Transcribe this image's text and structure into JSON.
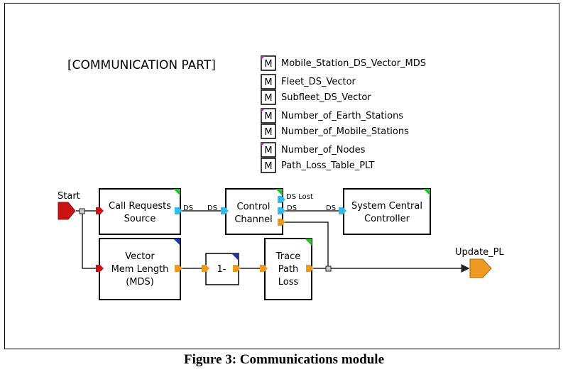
{
  "section_title": "[COMMUNICATION PART]",
  "parameters": [
    {
      "badge": "M",
      "label": "Mobile_Station_DS_Vector_MDS"
    },
    {
      "badge": "M",
      "label": "Fleet_DS_Vector"
    },
    {
      "badge": "M",
      "label": "Subfleet_DS_Vector"
    },
    {
      "badge": "M",
      "label": "Number_of_Earth_Stations"
    },
    {
      "badge": "M",
      "label": "Number_of_Mobile_Stations"
    },
    {
      "badge": "M",
      "label": "Number_of_Nodes"
    },
    {
      "badge": "M",
      "label": "Path_Loss_Table_PLT"
    }
  ],
  "blocks": {
    "call_requests": {
      "line1": "Call Requests",
      "line2": "Source"
    },
    "control_channel": {
      "line1": "Control",
      "line2": "Channel"
    },
    "system_central": {
      "line1": "System Central",
      "line2": "Controller"
    },
    "vector_mem": {
      "line1": "Vector",
      "line2": "Mem Length",
      "line3": "(MDS)"
    },
    "one_minus": {
      "label": "1-"
    },
    "trace_path": {
      "line1": "Trace",
      "line2": "Path",
      "line3": "Loss"
    }
  },
  "ports": {
    "start": "Start",
    "update": "Update_PL",
    "ds_out_call": "DS",
    "ds_in_control": "DS",
    "ds_lost": "DS Lost",
    "ds_out_control": "DS",
    "ds_in_system": "DS"
  },
  "caption": "Figure 3: Communications module",
  "colors": {
    "start_arrow": "#cc1111",
    "ds_port": "#33bbee",
    "number_port": "#ee9922",
    "corner_green": "#33bb33",
    "corner_blue": "#2233aa",
    "badge_mark": "#aa33aa"
  }
}
